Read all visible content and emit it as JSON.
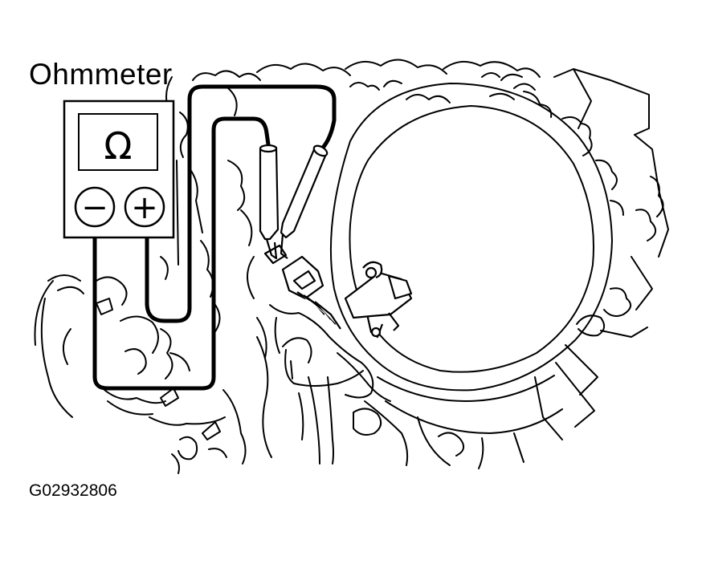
{
  "diagram": {
    "title": "Ohmmeter",
    "figure_id": "G02932806",
    "meter": {
      "symbol": "Ω",
      "negative_terminal": "−",
      "positive_terminal": "+"
    }
  },
  "colors": {
    "ink": "#000000",
    "paper": "#ffffff",
    "shade": "#e6e6e6"
  }
}
